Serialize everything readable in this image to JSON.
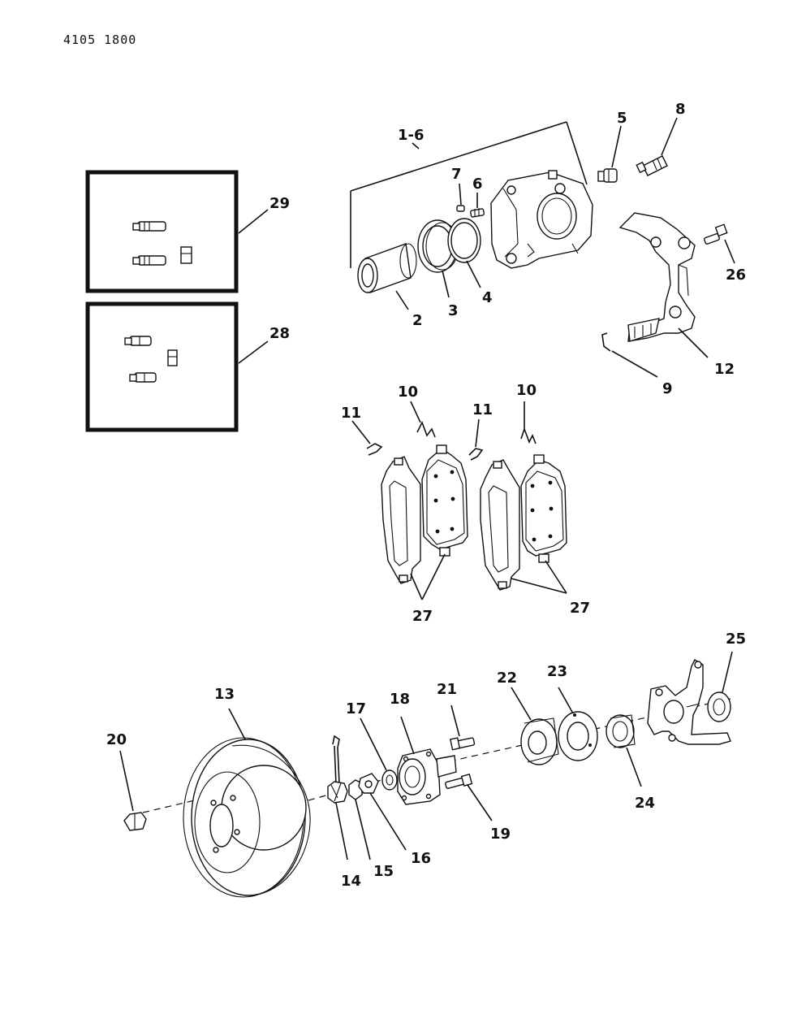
{
  "document_number": "4105 1800",
  "callouts": {
    "c1_6": "1-6",
    "c2": "2",
    "c3": "3",
    "c4": "4",
    "c5": "5",
    "c6": "6",
    "c7": "7",
    "c8": "8",
    "c9": "9",
    "c10a": "10",
    "c10b": "10",
    "c11a": "11",
    "c11b": "11",
    "c12": "12",
    "c13": "13",
    "c14": "14",
    "c15": "15",
    "c16": "16",
    "c17": "17",
    "c18": "18",
    "c19": "19",
    "c20": "20",
    "c21": "21",
    "c22": "22",
    "c23": "23",
    "c24": "24",
    "c25": "25",
    "c26": "26",
    "c27a": "27",
    "c27b": "27",
    "c28": "28",
    "c29": "29"
  }
}
